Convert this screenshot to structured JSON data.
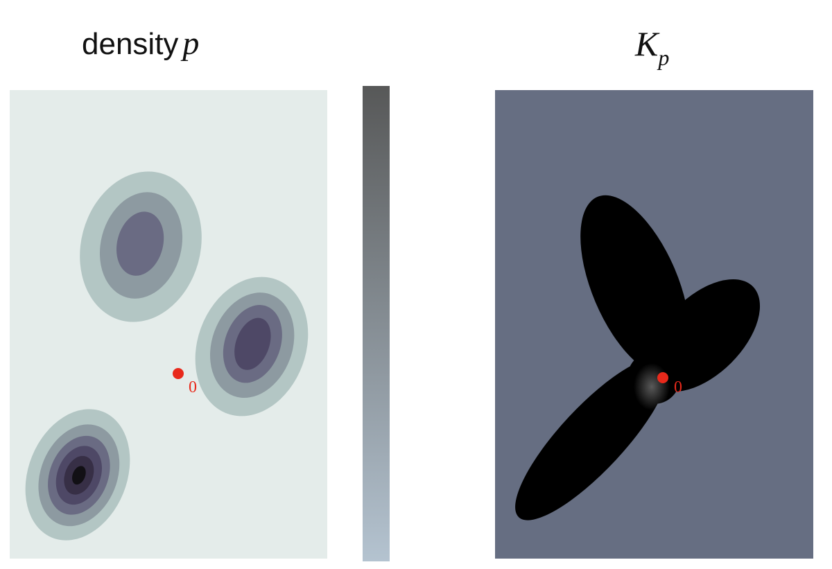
{
  "titles": {
    "left_text": "density",
    "left_math": "p",
    "right_main": "K",
    "right_sub": "p"
  },
  "labels": {
    "origin_left": "0",
    "origin_right": "0"
  },
  "colors": {
    "density_background": "#e4ecea",
    "contour_levels": [
      "#b3c6c4",
      "#8d9aa1",
      "#6a6b83",
      "#4e4866",
      "#372f46",
      "#121015"
    ],
    "kp_background": "#666e82",
    "kp_shape": "#000000",
    "origin_marker": "#e8291b",
    "colorbar_top": "#575858",
    "colorbar_bottom": "#b4c3d0"
  }
}
